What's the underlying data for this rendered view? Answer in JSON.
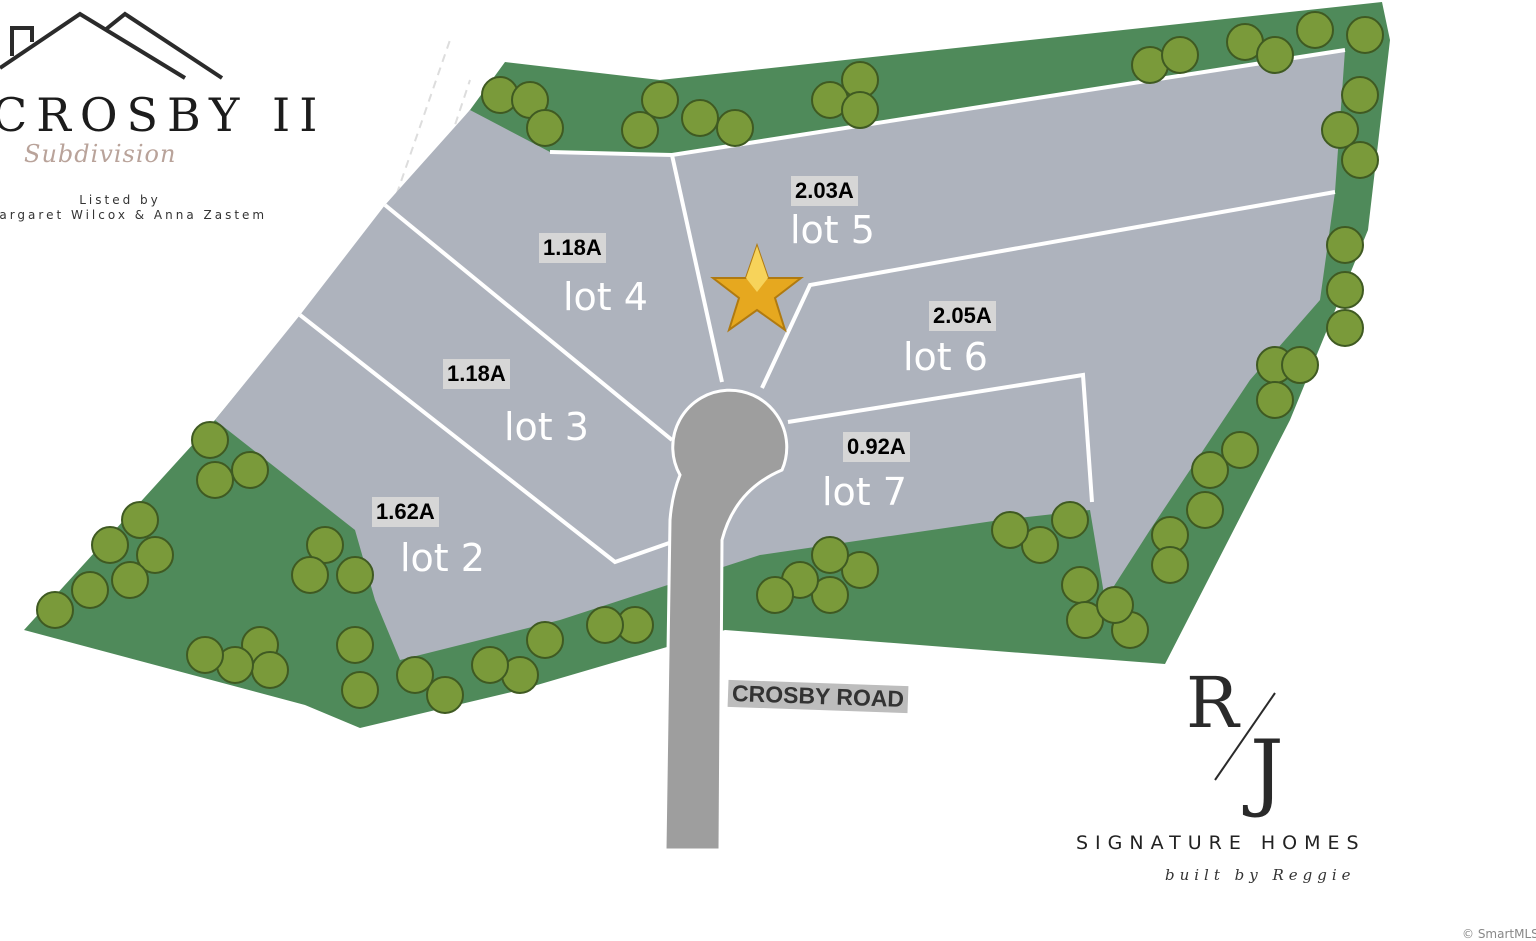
{
  "logo": {
    "title": "CROSBY II",
    "subtitle": "Subdivision",
    "listed_by": "Listed by",
    "agents": "Margaret Wilcox & Anna Zastem"
  },
  "lots": [
    {
      "name": "lot 2",
      "acreage": "1.62A"
    },
    {
      "name": "lot 3",
      "acreage": "1.18A"
    },
    {
      "name": "lot 4",
      "acreage": "1.18A"
    },
    {
      "name": "lot 5",
      "acreage": "2.03A"
    },
    {
      "name": "lot 6",
      "acreage": "2.05A"
    },
    {
      "name": "lot 7",
      "acreage": "0.92A"
    }
  ],
  "road_label": "CROSBY ROAD",
  "marker_icon": "gold-star-icon",
  "builder": {
    "monogram_top": "R",
    "monogram_bottom": "J",
    "name": "SIGNATURE HOMES",
    "tagline": "built by Reggie"
  },
  "watermark": "© SmartMLS",
  "colors": {
    "green": "#4f8a5a",
    "lots": "#aeb3bd",
    "road": "#9e9e9e",
    "star": "#e6a81f"
  }
}
